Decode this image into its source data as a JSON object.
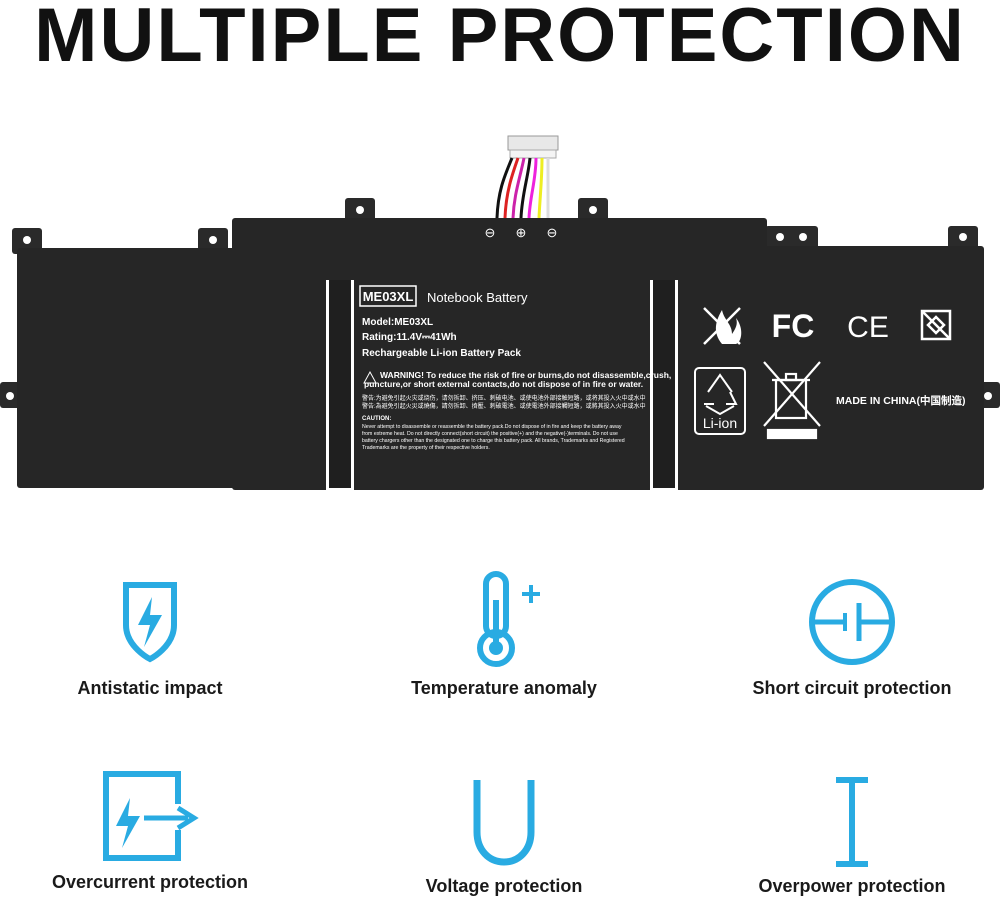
{
  "headline": "MULTIPLE PROTECTION",
  "battery": {
    "terminal_minus_left": "⊖",
    "terminal_plus": "⊕",
    "terminal_minus_right": "⊖",
    "model_badge": "ME03XL",
    "title": "Notebook Battery",
    "model_line": "Model:ME03XL",
    "rating_line": "Rating:11.4V⎓41Wh",
    "type_line": "Rechargeable Li-ion Battery Pack",
    "warning_line1": "WARNING! To reduce the risk of fire or burns,do not disassemble,crush,",
    "warning_line2": "puncture,or short external contacts,do not dispose of in fire or water.",
    "cn_line1": "警告:为避免引起火灾或烧伤，请勿拆卸、挤压、刺破电池、或使电池外部接触短路，或将其投入火中或水中",
    "cn_line2": "警告:為避免引起火災或燒傷，請勿拆卸、擠壓、刺破電池、或使電池外部接觸短路，或將其投入火中或水中",
    "caution_title": "CAUTION:",
    "caution_line1": "Never attempt to disassemble or reassemble the battery pack.Do not dispose of in fire and keep the battery away",
    "caution_line2": "from extreme heat. Do not directly connect(short circuit) the positive(+) and the negative(-)terminals. Do not use",
    "caution_line3": "battery chargers other than the designated one to charge this battery pack. All brands, Trademarks and Registered",
    "caution_line4": "Trademarks are the property of their respective holders.",
    "fc_mark": "FC",
    "ce_mark": "CE",
    "li_ion": "Li-ion",
    "made_in": "MADE IN CHINA(中国制造)"
  },
  "features": [
    {
      "icon": "shield-lightning-icon",
      "label": "Antistatic impact"
    },
    {
      "icon": "thermometer-plus-icon",
      "label": "Temperature anomaly"
    },
    {
      "icon": "short-circuit-icon",
      "label": "Short circuit protection"
    },
    {
      "icon": "overcurrent-icon",
      "label": "Overcurrent protection"
    },
    {
      "icon": "u-shape-icon",
      "label": "Voltage protection"
    },
    {
      "icon": "i-beam-icon",
      "label": "Overpower protection"
    }
  ],
  "colors": {
    "accent": "#29ABE2",
    "battery_body": "#262626",
    "headline": "#111111"
  }
}
